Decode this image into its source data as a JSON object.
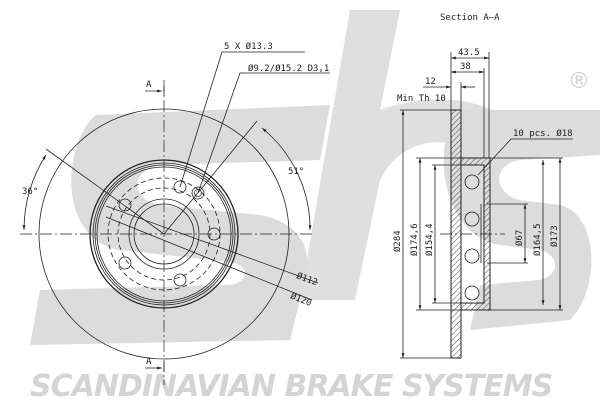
{
  "watermark": {
    "logo": "sbs",
    "registered": "®",
    "tagline": "SCANDINAVIAN BRAKE SYSTEMS"
  },
  "front_view": {
    "section_marker_top": "A",
    "section_marker_bottom": "A",
    "holes_label": "5 X Ø13.3",
    "thread_label": "Ø9.2/Ø15.2 D3,1",
    "angle_left": "36°",
    "angle_right": "51°",
    "diameter_112": "Ø112",
    "diameter_120": "Ø120"
  },
  "section_view": {
    "title": "Section A–A",
    "dim_43_5": "43.5",
    "dim_38": "38",
    "dim_12": "12",
    "min_thickness": "Min Th 10",
    "vent_holes": "10 pcs. Ø18",
    "dia_284": "Ø284",
    "dia_174_6": "Ø174,6",
    "dia_154_4": "Ø154,4",
    "dia_67": "Ø67",
    "dia_164_5": "Ø164,5",
    "dia_173": "Ø173"
  }
}
